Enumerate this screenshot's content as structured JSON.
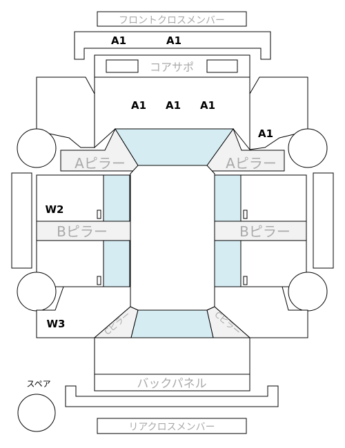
{
  "labels": {
    "front_cross_member": "フロントクロスメンバー",
    "core_support": "コアサポ",
    "a_pillar": "Aピラー",
    "b_pillar": "Bピラー",
    "c_pillar": "Cピラー",
    "back_panel": "バックパネル",
    "rear_cross_member": "リアクロスメンバー",
    "spare": "スペア"
  },
  "codes": {
    "front_member_left": "A1",
    "front_member_right": "A1",
    "hood_left": "A1",
    "hood_center": "A1",
    "hood_right": "A1",
    "right_fender": "A1",
    "left_front_door": "W2",
    "left_rear_quarter": "W3"
  },
  "colors": {
    "glass": "#d6ecf3",
    "label_gray": "#a9a9a9",
    "pillar_fill": "#f2f2f2",
    "line": "#000000"
  }
}
